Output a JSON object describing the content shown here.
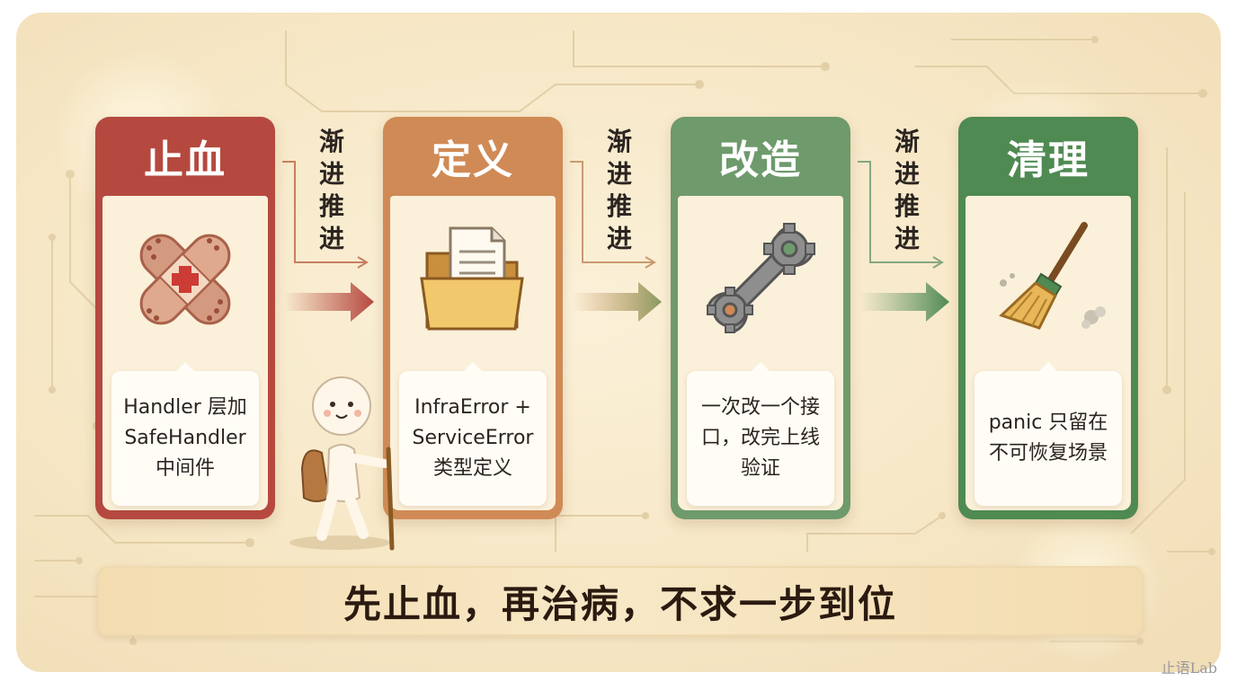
{
  "steps": [
    {
      "title": "止血",
      "desc": [
        "Handler 层加",
        "SafeHandler",
        "中间件"
      ],
      "icon": "bandage-icon",
      "color": "#b5493f"
    },
    {
      "title": "定义",
      "desc": [
        "InfraError +",
        "ServiceError",
        "类型定义"
      ],
      "icon": "folder-icon",
      "color": "#d08a55"
    },
    {
      "title": "改造",
      "desc": [
        "一次改一个接",
        "口，改完上线",
        "验证"
      ],
      "icon": "wrench-gears-icon",
      "color": "#6e9a6c"
    },
    {
      "title": "清理",
      "desc": [
        "panic 只留在",
        "不可恢复场景"
      ],
      "icon": "broom-icon",
      "color": "#4f8a52"
    }
  ],
  "connectors": [
    {
      "label": [
        "渐",
        "进",
        "推",
        "进"
      ]
    },
    {
      "label": [
        "渐",
        "进",
        "推",
        "进"
      ]
    },
    {
      "label": [
        "渐",
        "进",
        "推",
        "进"
      ]
    }
  ],
  "motto": "先止血，再治病，不求一步到位",
  "watermark": "止语Lab"
}
